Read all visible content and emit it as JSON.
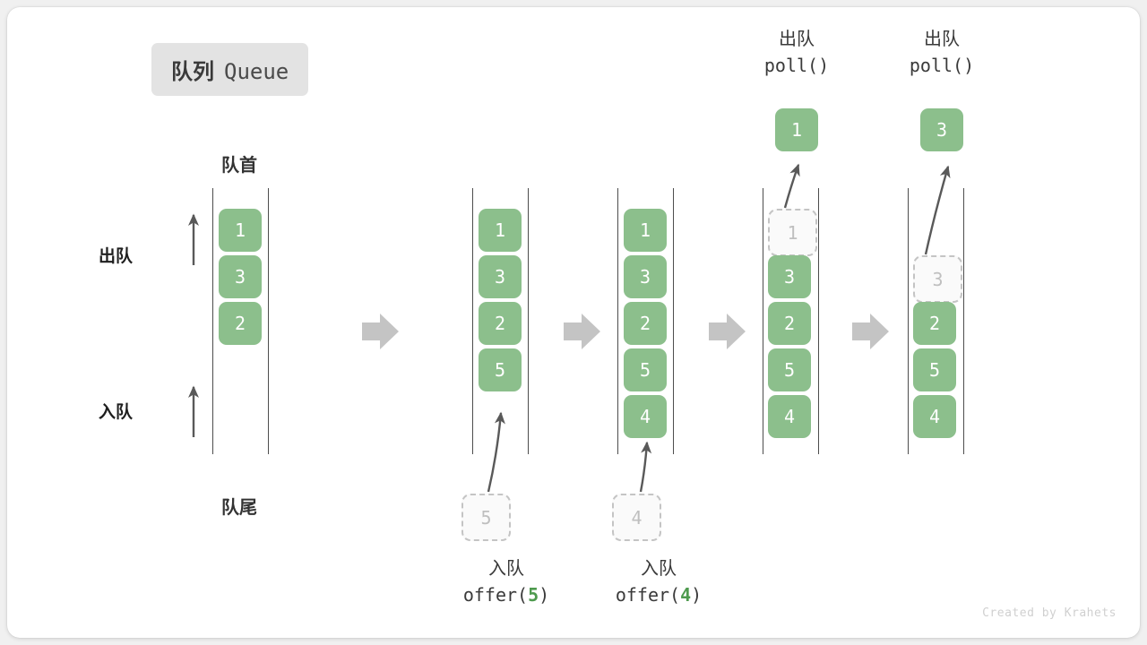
{
  "title": {
    "cn": "队列",
    "en": "Queue"
  },
  "labels": {
    "head": "队首",
    "tail": "队尾",
    "dequeue_side": "出队",
    "enqueue_side": "入队"
  },
  "colors": {
    "filled": "#8cbf8c",
    "ghost_border": "#c4c4c4",
    "ghost_text": "#bfbfbf",
    "rail": "#4d4d4d",
    "step_arrow": "#c4c4c4",
    "badge_bg": "#e3e3e3",
    "arg_green": "#4e9a4e",
    "card_bg": "#ffffff",
    "page_bg": "#f0f0f0"
  },
  "columns": [
    {
      "name": "initial",
      "cells": [
        {
          "value": "1",
          "state": "filled"
        },
        {
          "value": "3",
          "state": "filled"
        },
        {
          "value": "2",
          "state": "filled"
        }
      ]
    },
    {
      "name": "after-offer-5",
      "cells": [
        {
          "value": "1",
          "state": "filled"
        },
        {
          "value": "3",
          "state": "filled"
        },
        {
          "value": "2",
          "state": "filled"
        },
        {
          "value": "5",
          "state": "filled"
        }
      ]
    },
    {
      "name": "after-offer-4",
      "cells": [
        {
          "value": "1",
          "state": "filled"
        },
        {
          "value": "3",
          "state": "filled"
        },
        {
          "value": "2",
          "state": "filled"
        },
        {
          "value": "5",
          "state": "filled"
        },
        {
          "value": "4",
          "state": "filled"
        }
      ]
    },
    {
      "name": "poll-1",
      "cells": [
        {
          "value": "1",
          "state": "ghost"
        },
        {
          "value": "3",
          "state": "filled"
        },
        {
          "value": "2",
          "state": "filled"
        },
        {
          "value": "5",
          "state": "filled"
        },
        {
          "value": "4",
          "state": "filled"
        }
      ]
    },
    {
      "name": "poll-3",
      "cells": [
        {
          "value": "",
          "state": "empty"
        },
        {
          "value": "3",
          "state": "ghost"
        },
        {
          "value": "2",
          "state": "filled"
        },
        {
          "value": "5",
          "state": "filled"
        },
        {
          "value": "4",
          "state": "filled"
        }
      ]
    }
  ],
  "incoming": [
    {
      "value": "5",
      "column": "after-offer-5"
    },
    {
      "value": "4",
      "column": "after-offer-4"
    }
  ],
  "popped": [
    {
      "value": "1",
      "column": "poll-1"
    },
    {
      "value": "3",
      "column": "poll-3"
    }
  ],
  "enqueue_captions": [
    {
      "cn": "入队",
      "fn_prefix": "offer(",
      "arg": "5",
      "fn_suffix": ")"
    },
    {
      "cn": "入队",
      "fn_prefix": "offer(",
      "arg": "4",
      "fn_suffix": ")"
    }
  ],
  "dequeue_captions": [
    {
      "cn": "出队",
      "code": "poll()"
    },
    {
      "cn": "出队",
      "code": "poll()"
    }
  ],
  "watermark": "Created by Krahets"
}
